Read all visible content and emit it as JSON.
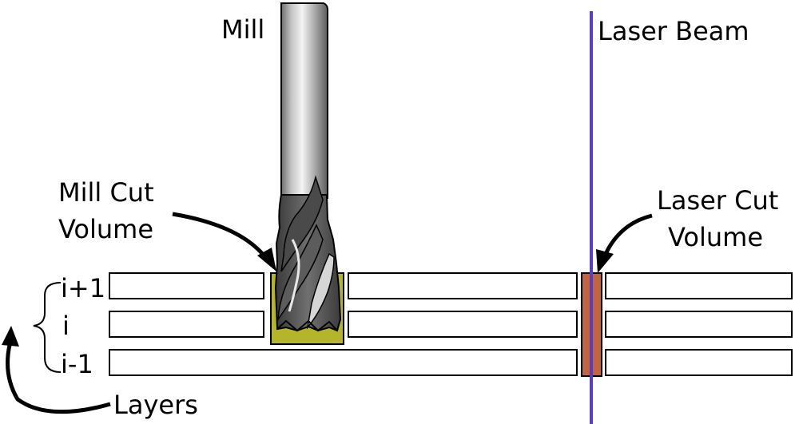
{
  "labels": {
    "mill": "Mill",
    "laser_beam": "Laser Beam",
    "mill_cut_line1": "Mill Cut",
    "mill_cut_line2": "Volume",
    "laser_cut_line1": "Laser Cut",
    "laser_cut_line2": "Volume",
    "layer_top": "i+1",
    "layer_mid": "i",
    "layer_bottom": "i-1",
    "layers": "Layers"
  },
  "colors": {
    "laser_beam": "#5a3dc0",
    "mill_cut_fill": "#b5b52a",
    "laser_cut_fill": "#c0653f",
    "outline": "#000000"
  },
  "icons": {
    "mill": "end-mill-cutter-icon"
  }
}
